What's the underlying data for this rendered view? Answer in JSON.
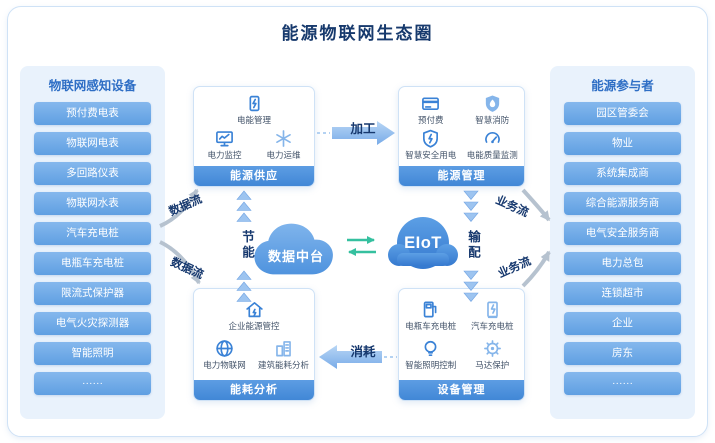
{
  "title": "能源物联网生态圈",
  "left_panel": {
    "header": "物联网感知设备",
    "items": [
      "预付费电表",
      "物联网电表",
      "多回路仪表",
      "物联网水表",
      "汽车充电桩",
      "电瓶车充电桩",
      "限流式保护器",
      "电气火灾探测器",
      "智能照明",
      "······"
    ]
  },
  "right_panel": {
    "header": "能源参与者",
    "items": [
      "园区管委会",
      "物业",
      "系统集成商",
      "综合能源服务商",
      "电气安全服务商",
      "电力总包",
      "连锁超市",
      "企业",
      "房东",
      "······"
    ]
  },
  "boxes": {
    "energy_supply": {
      "title": "能源供应",
      "features": [
        {
          "icon": "energy-meter-icon",
          "label": "电能管理"
        },
        {
          "icon": "power-monitor-icon",
          "label": "电力监控"
        },
        {
          "icon": "power-ops-icon",
          "label": "电力运维"
        }
      ]
    },
    "energy_management": {
      "title": "能源管理",
      "features": [
        {
          "icon": "prepaid-card-icon",
          "label": "预付费"
        },
        {
          "icon": "fire-shield-icon",
          "label": "智慧消防"
        },
        {
          "icon": "safe-power-icon",
          "label": "智慧安全用电"
        },
        {
          "icon": "power-quality-icon",
          "label": "电能质量监测"
        }
      ]
    },
    "energy_analysis": {
      "title": "能耗分析",
      "features": [
        {
          "icon": "enterprise-energy-icon",
          "label": "企业能源管控"
        },
        {
          "icon": "power-iot-icon",
          "label": "电力物联网"
        },
        {
          "icon": "building-energy-icon",
          "label": "建筑能耗分析"
        }
      ]
    },
    "device_management": {
      "title": "设备管理",
      "features": [
        {
          "icon": "ebike-charger-icon",
          "label": "电瓶车充电桩"
        },
        {
          "icon": "car-charger-icon",
          "label": "汽车充电桩"
        },
        {
          "icon": "smart-lighting-icon",
          "label": "智能照明控制"
        },
        {
          "icon": "motor-protect-icon",
          "label": "马达保护"
        }
      ]
    }
  },
  "center": {
    "platform_label": "数据中台",
    "eiot_label": "EIoT"
  },
  "flows": {
    "process": "加工",
    "consumption": "消耗",
    "saving": "节能",
    "distribution": "输配",
    "data_flow_upper": "数据流",
    "data_flow_lower": "数据流",
    "business_flow_upper": "业务流",
    "business_flow_lower": "业务流"
  },
  "colors": {
    "accent_blue": "#4a90dd",
    "panel_bg": "#e9f2fc",
    "pill_blue": "#6aa7e6",
    "title_text": "#173a6d",
    "flow_text": "#16386e",
    "arrow_gray": "#b6c2cf",
    "exchange_green": "#35c09f",
    "cloud_blue": "#5d9fe3",
    "eiot_blue": "#3d87d8"
  }
}
